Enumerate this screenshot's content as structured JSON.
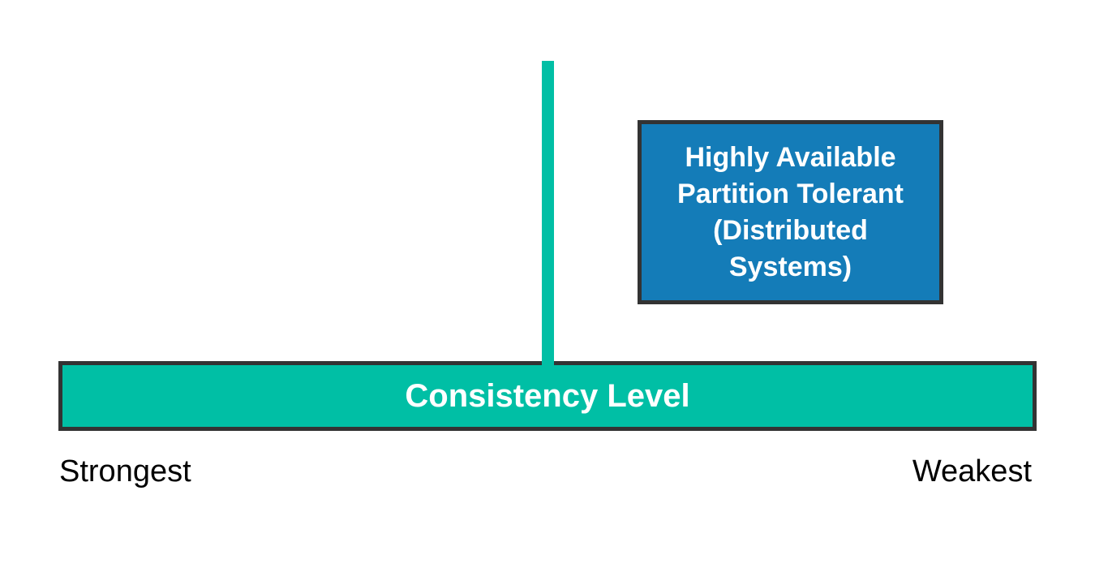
{
  "colors": {
    "teal": "#00BFA5",
    "blue": "#147CB8",
    "outline": "#333333",
    "label_light": "#FFFFFF",
    "label_dark": "#000000",
    "background": "#FFFFFF"
  },
  "cap_box": {
    "label": "Highly Available Partition Tolerant (Distributed Systems)",
    "lines": [
      "Highly Available",
      "Partition Tolerant",
      "(Distributed",
      "Systems)"
    ]
  },
  "consistency_bar": {
    "label": "Consistency Level"
  },
  "scale": {
    "left_label": "Strongest",
    "right_label": "Weakest"
  }
}
